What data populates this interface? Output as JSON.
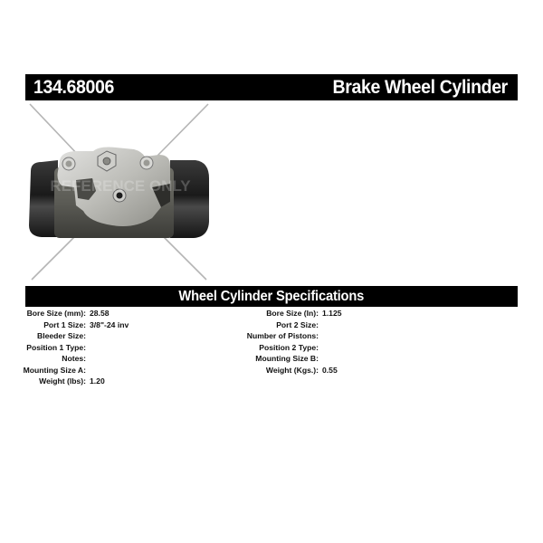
{
  "header": {
    "part_number": "134.68006",
    "part_type": "Brake Wheel Cylinder"
  },
  "product_image": {
    "alt": "Brake wheel cylinder product photo",
    "watermark": "REFERENCE ONLY"
  },
  "specifications": {
    "title": "Wheel Cylinder Specifications",
    "left": [
      {
        "label": "Bore Size (mm):",
        "value": "28.58"
      },
      {
        "label": "Port 1 Size:",
        "value": "3/8\"-24 inv"
      },
      {
        "label": "Bleeder Size:",
        "value": ""
      },
      {
        "label": "Position 1 Type:",
        "value": ""
      },
      {
        "label": "Notes:",
        "value": ""
      },
      {
        "label": "Mounting Size A:",
        "value": ""
      },
      {
        "label": "Weight (lbs):",
        "value": "1.20"
      }
    ],
    "right": [
      {
        "label": "Bore Size (In):",
        "value": "1.125"
      },
      {
        "label": "Port 2 Size:",
        "value": ""
      },
      {
        "label": "Number of Pistons:",
        "value": ""
      },
      {
        "label": "Position 2 Type:",
        "value": ""
      },
      {
        "label": "Mounting Size B:",
        "value": ""
      },
      {
        "label": "Weight (Kgs.):",
        "value": "0.55"
      }
    ]
  },
  "colors": {
    "bar_background": "#000000",
    "bar_text": "#ffffff",
    "page_background": "#ffffff"
  }
}
